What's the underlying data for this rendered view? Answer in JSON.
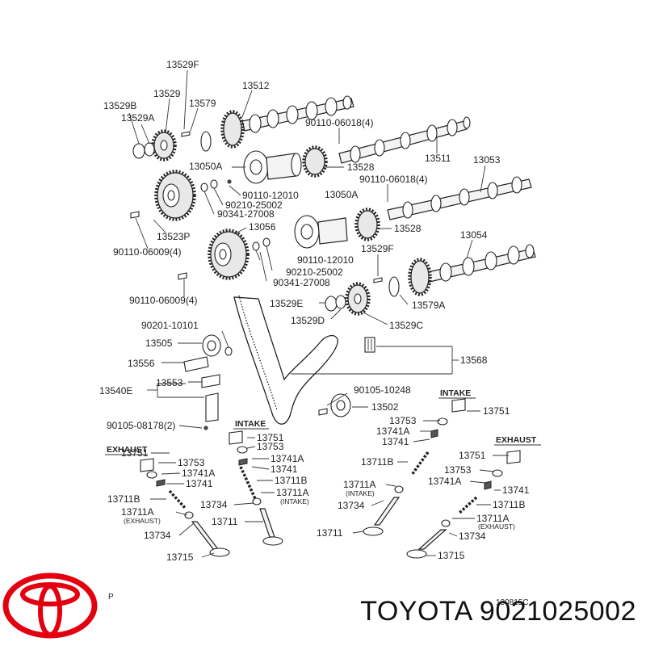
{
  "labels": {
    "l13529F": "13529F",
    "l13529": "13529",
    "l13512": "13512",
    "l13529B": "13529B",
    "l13529A_top": "13529A",
    "l13579": "13579",
    "l90110_06018_a": "90110-06018(4)",
    "l13511": "13511",
    "l13050A_a": "13050A",
    "l13528_a": "13528",
    "l13053": "13053",
    "l90110_06018_b": "90110-06018(4)",
    "l90110_12010_a": "90110-12010",
    "l90210_25002_a": "90210-25002",
    "l90341_27008_a": "90341-27008",
    "l13050A_b": "13050A",
    "l13523P": "13523P",
    "l13056": "13056",
    "l13528_b": "13528",
    "l13054": "13054",
    "l90110_06009_a": "90110-06009(4)",
    "l13529F_b": "13529F",
    "l90110_12010_b": "90110-12010",
    "l90210_25002_b": "90210-25002",
    "l90341_27008_b": "90341-27008",
    "l90110_06009_b": "90110-06009(4)",
    "l13529E": "13529E",
    "l13579A": "13579A",
    "l13529D": "13529D",
    "l13529C": "13529C",
    "l90201_10101": "90201-10101",
    "l13505": "13505",
    "l13568": "13568",
    "l13556": "13556",
    "l13553": "13553",
    "l13540E": "13540E",
    "l90105_10248": "90105-10248",
    "l13502": "13502",
    "l90105_08178": "90105-08178(2)",
    "l13751_c": "13751",
    "l13753_c": "13753",
    "l13741A_c": "13741A",
    "l13741_c": "13741",
    "l13711B_c": "13711B",
    "l13711A_c": "13711A",
    "l13734_c": "13734",
    "l13711_c": "13711",
    "l13751_l": "13751",
    "l13753_l": "13753",
    "l13741A_l": "13741A",
    "l13741_l": "13741",
    "l13711B_l": "13711B",
    "l13711A_l": "13711A",
    "l13734_l": "13734",
    "l13715_l": "13715",
    "l13751_r1": "13751",
    "l13753_r1": "13753",
    "l13741A_r1": "13741A",
    "l13741_r1": "13741",
    "l13711B_r1": "13711B",
    "l13711A_r1": "13711A",
    "l13734_r1": "13734",
    "l13711_r1": "13711",
    "l13751_r2": "13751",
    "l13753_r2": "13753",
    "l13741A_r2": "13741A",
    "l13741_r2": "13741",
    "l13711B_r2": "13711B",
    "l13711A_r2": "13711A",
    "l13734_r2": "13734",
    "l13715_r2": "13715",
    "p_mark": "P",
    "fig_code": "130815C"
  },
  "small_labels": {
    "exhaust_note_l": "(EXHAUST)",
    "intake_note_c": "(INTAKE)",
    "intake_note_r": "(INTAKE)",
    "exhaust_note_r": "(EXHAUST)"
  },
  "headers": {
    "intake_center": "INTAKE",
    "exhaust_left": "EXHAUST",
    "intake_right": "INTAKE",
    "exhaust_right": "EXHAUST"
  },
  "brand": {
    "text": "TOYOTA 9021025002",
    "logo_color": "#e3000f"
  }
}
